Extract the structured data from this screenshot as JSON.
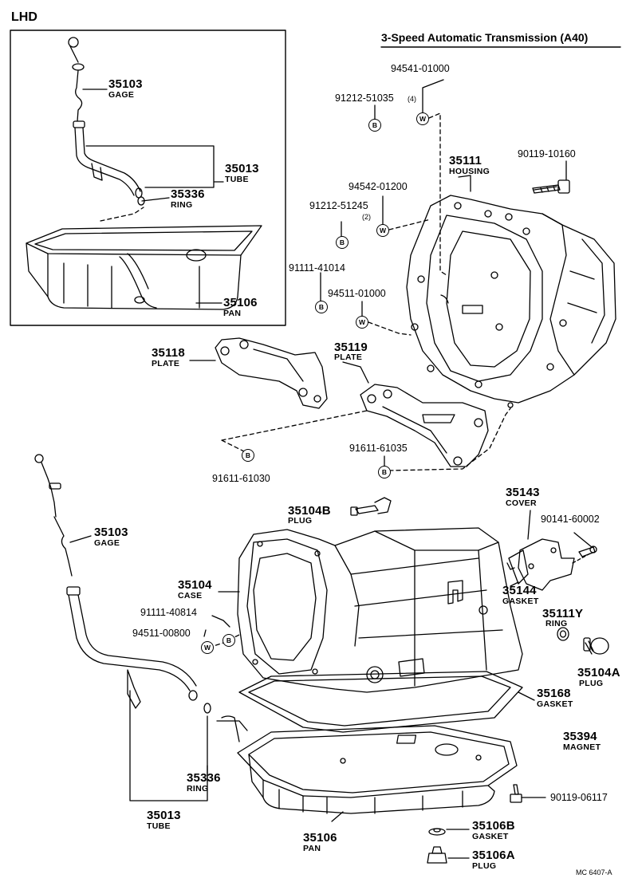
{
  "header": {
    "region_label": "LHD",
    "title": "3-Speed Automatic Transmission (A40)",
    "drawing_code": "MC 6407-A"
  },
  "parts": {
    "gage_upper": {
      "number": "35103",
      "name": "GAGE"
    },
    "tube_upper": {
      "number": "35013",
      "name": "TUBE"
    },
    "ring_upper": {
      "number": "35336",
      "name": "RING"
    },
    "pan_upper": {
      "number": "35106",
      "name": "PAN"
    },
    "housing": {
      "number": "35111",
      "name": "HOUSING"
    },
    "plate_35118": {
      "number": "35118",
      "name": "PLATE"
    },
    "plate_35119": {
      "number": "35119",
      "name": "PLATE"
    },
    "plug_35104b": {
      "number": "35104B",
      "name": "PLUG"
    },
    "cover": {
      "number": "35143",
      "name": "COVER"
    },
    "gasket_35144": {
      "number": "35144",
      "name": "GASKET"
    },
    "ring_35111y": {
      "number": "35111Y",
      "name": "RING"
    },
    "plug_35104a": {
      "number": "35104A",
      "name": "PLUG"
    },
    "case": {
      "number": "35104",
      "name": "CASE"
    },
    "gage_lower": {
      "number": "35103",
      "name": "GAGE"
    },
    "gasket_35168": {
      "number": "35168",
      "name": "GASKET"
    },
    "magnet": {
      "number": "35394",
      "name": "MAGNET"
    },
    "ring_lower": {
      "number": "35336",
      "name": "RING"
    },
    "tube_lower": {
      "number": "35013",
      "name": "TUBE"
    },
    "pan_lower": {
      "number": "35106",
      "name": "PAN"
    },
    "gasket_35106b": {
      "number": "35106B",
      "name": "GASKET"
    },
    "plug_35106a": {
      "number": "35106A",
      "name": "PLUG"
    }
  },
  "fasteners": {
    "f94541": "94541-01000",
    "f91212_51035": "91212-51035",
    "f91212_51035_qty": "(4)",
    "f90119_10160": "90119-10160",
    "f94542": "94542-01200",
    "f91212_51245": "91212-51245",
    "f91212_51245_qty": "(2)",
    "f91111_41014": "91111-41014",
    "f94511_01000": "94511-01000",
    "f91611_61035": "91611-61035",
    "f91611_61030": "91611-61030",
    "f90141": "90141-60002",
    "f91111_40814": "91111-40814",
    "f94511_00800": "94511-00800",
    "f90119_06117": "90119-06117"
  },
  "markers": {
    "bolt": "B",
    "washer": "W"
  }
}
